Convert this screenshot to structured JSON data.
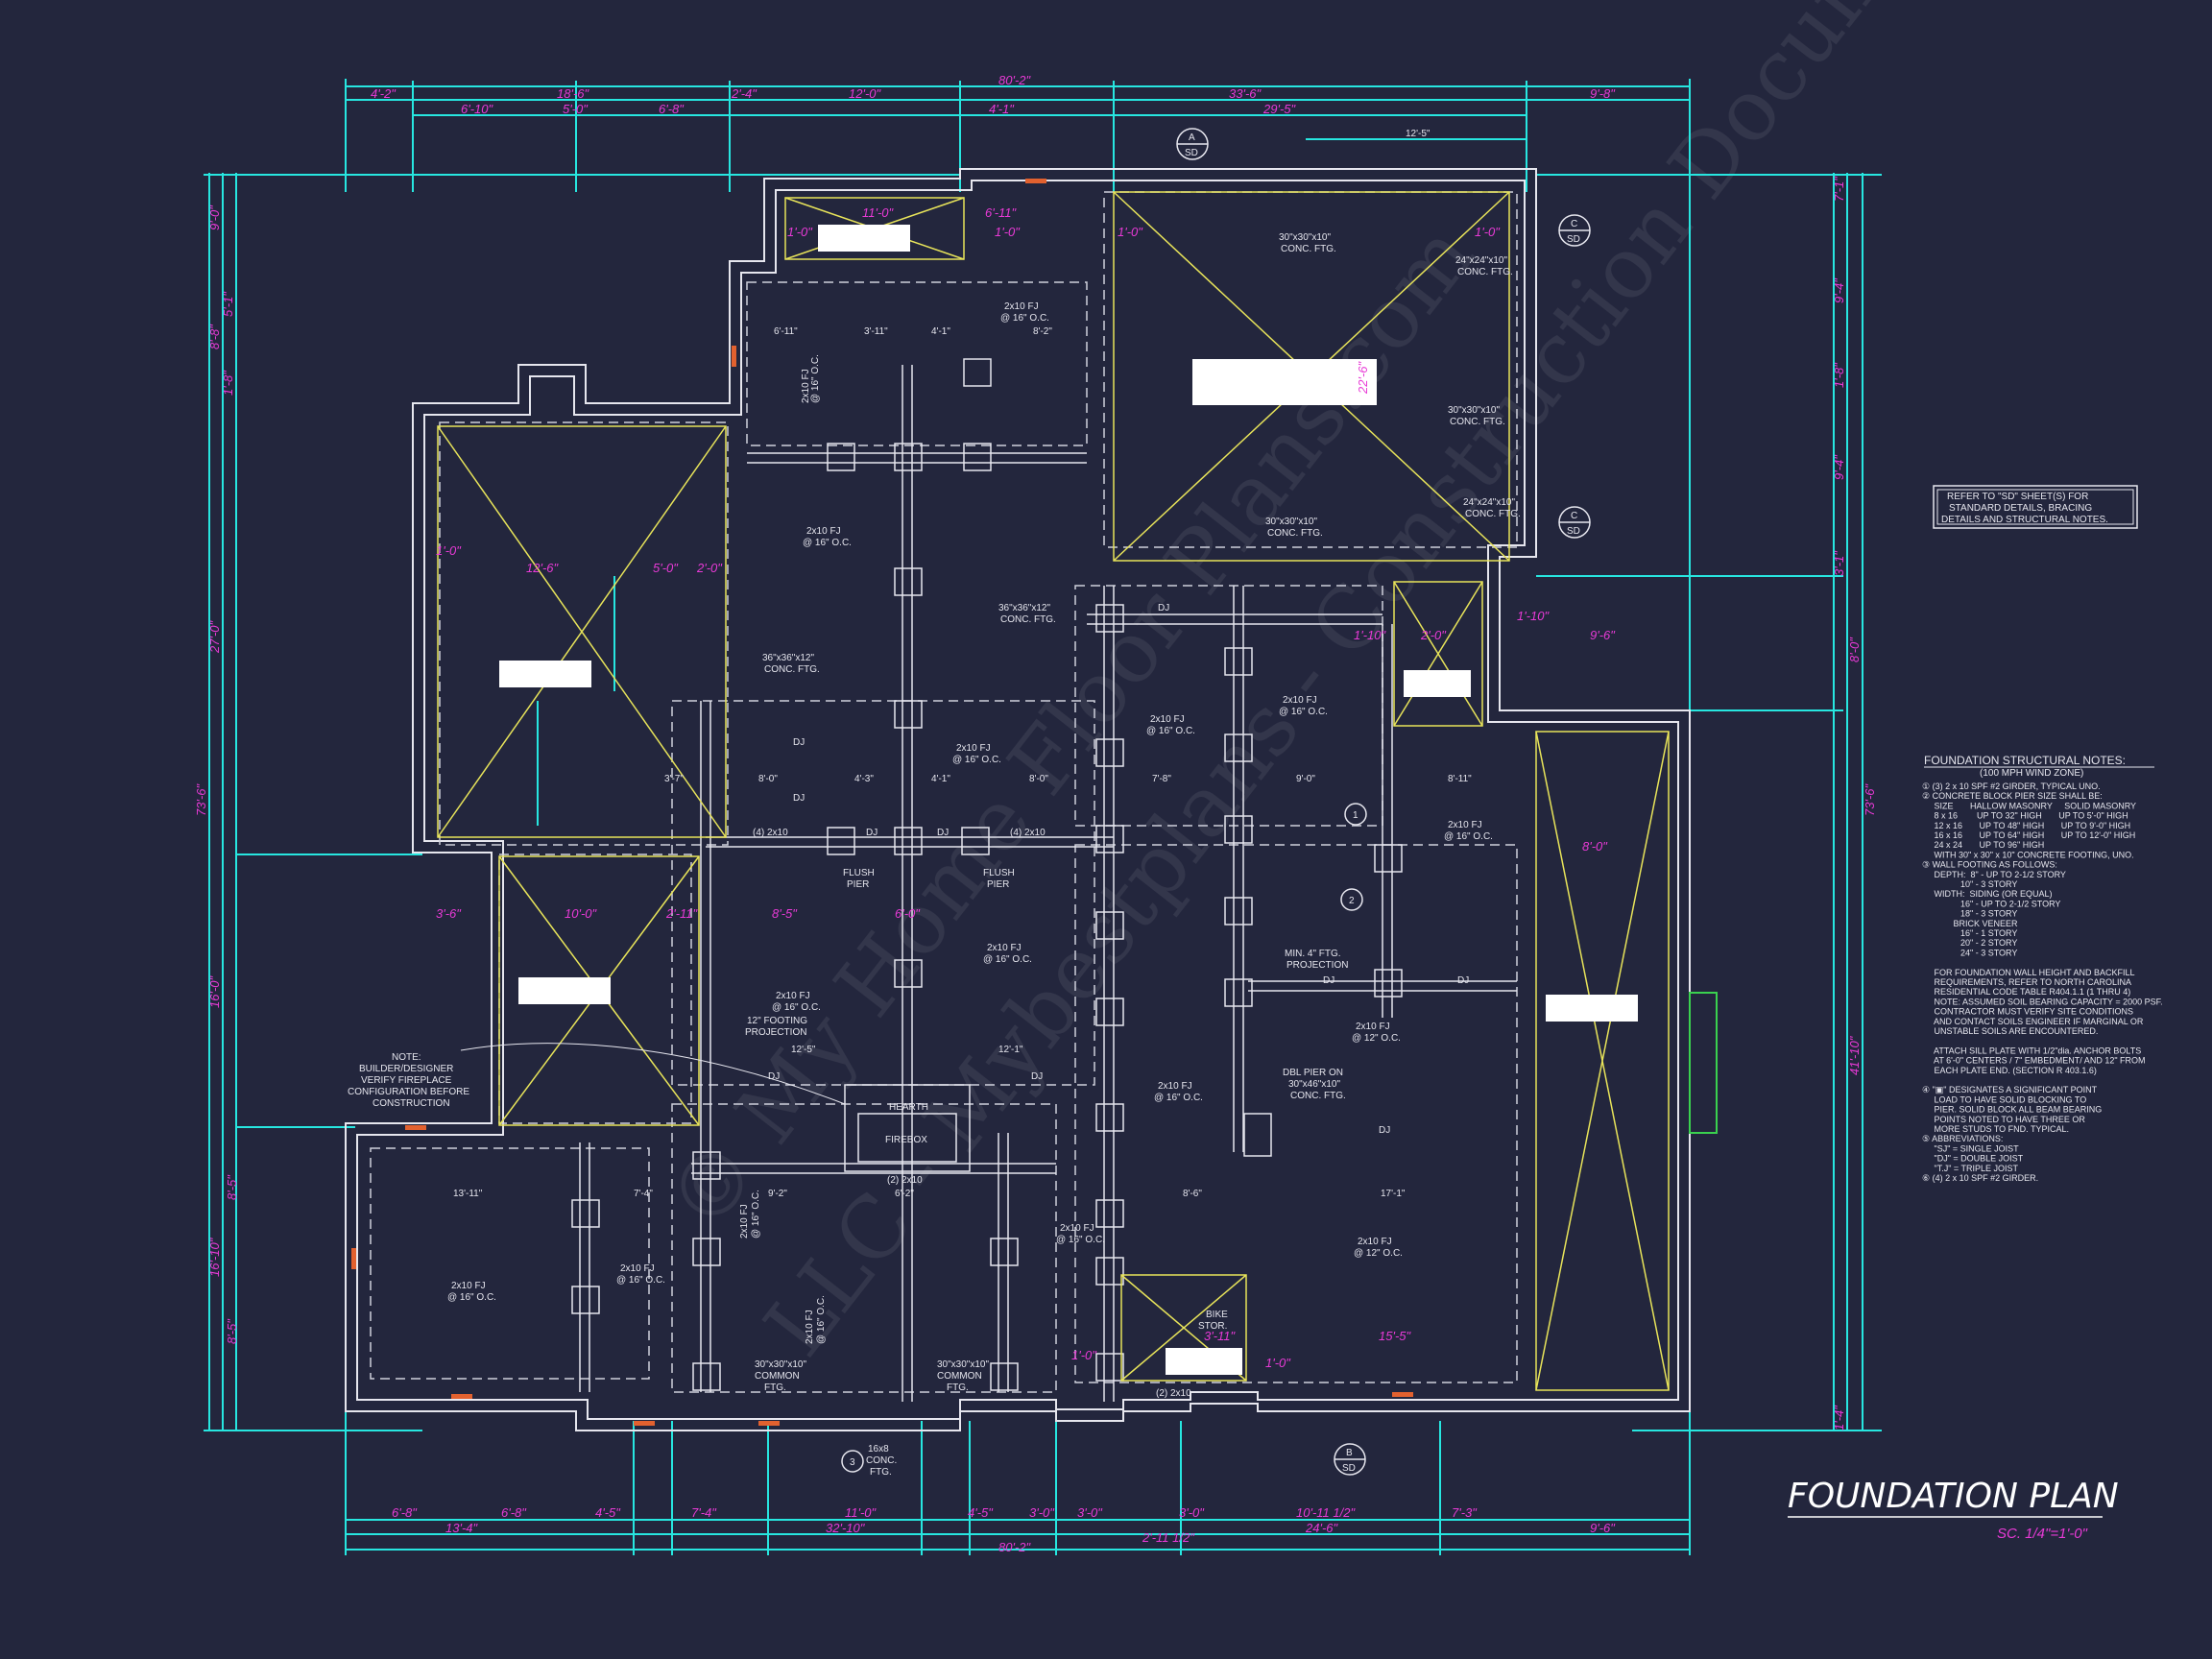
{
  "sheet": {
    "title": "FOUNDATION PLAN",
    "scale": "SC. 1/4\"=1'-0\"",
    "watermark": [
      "© My Home Floor Plans.com",
      "LLC - Mybestplans - Construction Documents"
    ]
  },
  "colors": {
    "background": "#23263d",
    "dimension_lines": "#27e6e0",
    "dimension_text": "#e83ad6",
    "walls": "#e6e6ee",
    "hidden_lines": "#cfd0dc",
    "slab_cross": "#e8e45a",
    "label_boxes": "#ffffff",
    "vents": "#e2612f",
    "porch": "#3ad14f"
  },
  "dimensions": {
    "top_overall": "80'-2\"",
    "top_row1": [
      "4'-2\"",
      "18'-6\"",
      "2'-4\"",
      "12'-0\"",
      "33'-6\"",
      "9'-8\""
    ],
    "top_row2": [
      "6'-10\"",
      "5'-0\"",
      "6'-8\"",
      "4'-1\"",
      "29'-5\""
    ],
    "top_misc": [
      "12'-5\""
    ],
    "bottom_overall": "80'-2\"",
    "bottom_row1": [
      "6'-8\"",
      "6'-8\"",
      "4'-5\"",
      "7'-4\"",
      "11'-0\"",
      "4'-5\"",
      "3'-0\"",
      "3'-0\"",
      "3'-0\"",
      "10'-11 1/2\"",
      "7'-3\""
    ],
    "bottom_row2": [
      "13'-4\"",
      "32'-10\"",
      "2'-11 1/2\"",
      "24'-6\"",
      "9'-6\""
    ],
    "left_overall": "73'-6\"",
    "left_segments": [
      "9'-0\"",
      "5'-1\"",
      "8'-8\"",
      "1'-8\"",
      "27'-0\"",
      "16'-0\"",
      "8'-5\"",
      "16'-10\"",
      "8'-5\""
    ],
    "right_overall": "73'-6\"",
    "right_segments": [
      "7'-1\"",
      "9'-4\"",
      "1'-8\"",
      "9'-4\"",
      "3'-1\"",
      "8'-0\"",
      "41'-10\"",
      "1'-4\""
    ]
  },
  "labels": {
    "joists": "2x10 FJ",
    "spacing_16": "@ 16\" O.C.",
    "spacing_12": "@ 12\" O.C.",
    "dj": "DJ",
    "ftg_30_30_10": "30\"x30\"x10\"",
    "ftg_24_24_10": "24\"x24\"x10\"",
    "ftg_36_36_12": "36\"x36\"x12\"",
    "conc_ftg": "CONC. FTG.",
    "common": "COMMON",
    "ftg": "FTG.",
    "flush": "FLUSH",
    "pier": "PIER",
    "four_2x10": "(4) 2x10",
    "two_2x10": "(2) 2x10",
    "hearth": "HEARTH",
    "firebox": "FIREBOX",
    "projection_12": "12\" FOOTING",
    "projection": "PROJECTION",
    "min4": "MIN. 4\" FTG.",
    "dbl_pier": "DBL PIER ON",
    "ftg_30_46_10": "30\"x46\"x10\"",
    "block_16x8": "16x8",
    "conc": "CONC.",
    "bike": "BIKE",
    "stor": "STOR.",
    "note_title": "NOTE:",
    "note_lines": [
      "BUILDER/DESIGNER",
      "VERIFY FIREPLACE",
      "CONFIGURATION BEFORE",
      "CONSTRUCTION"
    ],
    "sections": {
      "a": "A",
      "b": "B",
      "c": "C",
      "sd": "SD"
    },
    "callouts": [
      "1",
      "2",
      "3"
    ],
    "inner_dims": [
      "11'-0\"",
      "6'-11\"",
      "1'-0\"",
      "6'-11\"",
      "3'-11\"",
      "4'-1\"",
      "8'-2\"",
      "12'-6\"",
      "5'-0\"",
      "2'-0\"",
      "10'-0\"",
      "3'-6\"",
      "2'-11\"",
      "8'-5\"",
      "6'-0\"",
      "8'-0\"",
      "4'-3\"",
      "3'-7\"",
      "4'-1\"",
      "7'-8\"",
      "9'-0\"",
      "8'-11\"",
      "13'-11\"",
      "7'-4\"",
      "9'-2\"",
      "6'-2\"",
      "8'-6\"",
      "17'-1\"",
      "12'-5\"",
      "12'-1\"",
      "22'-6\"",
      "15'-5\"",
      "9'-6\"",
      "8'-0\"",
      "1'-10\"",
      "3'-11\""
    ]
  },
  "sd_box": [
    "REFER TO \"SD\" SHEET(S) FOR",
    "STANDARD DETAILS, BRACING",
    "DETAILS AND STRUCTURAL NOTES."
  ],
  "structural_notes": {
    "heading": "FOUNDATION STRUCTURAL NOTES:",
    "subheading": "(100 MPH WIND ZONE)",
    "lines": [
      "① (3) 2 x 10 SPF #2 GIRDER, TYPICAL UNO.",
      "② CONCRETE BLOCK PIER SIZE SHALL BE:",
      "     SIZE       HALLOW MASONRY     SOLID MASONRY",
      "     8 x 16        UP TO 32\" HIGH       UP TO 5'-0\" HIGH",
      "     12 x 16       UP TO 48\" HIGH       UP TO 9'-0\" HIGH",
      "     16 x 16       UP TO 64\" HIGH       UP TO 12'-0\" HIGH",
      "     24 x 24       UP TO 96\" HIGH",
      "     WITH 30\" x 30\" x 10\" CONCRETE FOOTING, UNO.",
      "③ WALL FOOTING AS FOLLOWS:",
      "     DEPTH:  8\" - UP TO 2-1/2 STORY",
      "                10\" - 3 STORY",
      "     WIDTH:  SIDING (OR EQUAL)",
      "                16\" - UP TO 2-1/2 STORY",
      "                18\" - 3 STORY",
      "             BRICK VENEER",
      "                16\" - 1 STORY",
      "                20\" - 2 STORY",
      "                24\" - 3 STORY",
      "",
      "     FOR FOUNDATION WALL HEIGHT AND BACKFILL",
      "     REQUIREMENTS, REFER TO NORTH CAROLINA",
      "     RESIDENTIAL CODE TABLE R404.1.1 (1 THRU 4)",
      "     NOTE: ASSUMED SOIL BEARING CAPACITY = 2000 PSF.",
      "     CONTRACTOR MUST VERIFY SITE CONDITIONS",
      "     AND CONTACT SOILS ENGINEER IF MARGINAL OR",
      "     UNSTABLE SOILS ARE ENCOUNTERED.",
      "",
      "     ATTACH SILL PLATE WITH 1/2\"dia. ANCHOR BOLTS",
      "     AT 6'-0\" CENTERS / 7\" EMBEDMENT/ AND 12\" FROM",
      "     EACH PLATE END. (SECTION R 403.1.6)",
      "",
      "④ \"▣\" DESIGNATES A SIGNIFICANT POINT",
      "     LOAD TO HAVE SOLID BLOCKING TO",
      "     PIER. SOLID BLOCK ALL BEAM BEARING",
      "     POINTS NOTED TO HAVE THREE OR",
      "     MORE STUDS TO FND. TYPICAL.",
      "⑤ ABBREVIATIONS:",
      "     \"SJ\" = SINGLE JOIST",
      "     \"DJ\" = DOUBLE JOIST",
      "     \"T.J\" = TRIPLE JOIST",
      "⑥ (4) 2 x 10 SPF #2 GIRDER."
    ]
  }
}
